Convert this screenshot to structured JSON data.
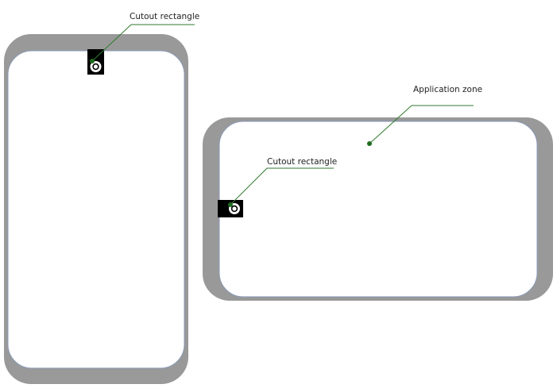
{
  "colors": {
    "device_frame": "#999999",
    "screen_fill": "#ffffff",
    "screen_border": "#8a9ab8",
    "cutout_fill": "#000000",
    "leader_line": "#2f7a2f",
    "leader_dot": "#1f6b1f",
    "label_text": "#222222"
  },
  "devices": [
    {
      "orientation": "portrait",
      "cutout_label": "Cutout rectangle",
      "camera_icon": "camera-lens-icon"
    },
    {
      "orientation": "landscape",
      "cutout_label": "Cutout rectangle",
      "application_zone_label": "Application zone",
      "camera_icon": "camera-lens-icon"
    }
  ]
}
